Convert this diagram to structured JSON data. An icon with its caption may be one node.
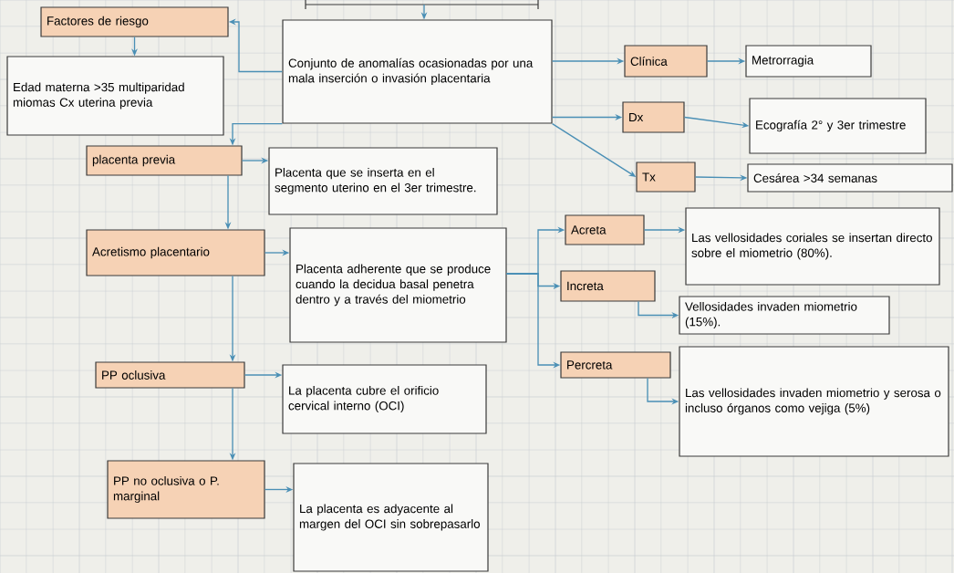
{
  "diagram": {
    "nodes": [
      {
        "text": [
          "Factores de riesgo"
        ]
      },
      {
        "text": [
          "Edad materna >35 multiparidad miomas Cx uterina previa"
        ]
      },
      {
        "text": [
          "Conjunto de anomalías ocasionadas por una mala inserción o invasión placentaria"
        ]
      },
      {
        "text": [
          "Clínica"
        ]
      },
      {
        "text": [
          "Metrorragia"
        ]
      },
      {
        "text": [
          "Dx"
        ]
      },
      {
        "text": [
          "Ecografía 2° y 3er trimestre"
        ]
      },
      {
        "text": [
          "Tx"
        ]
      },
      {
        "text": [
          "Cesárea >34 semanas"
        ]
      },
      {
        "text": [
          "placenta previa"
        ]
      },
      {
        "text": [
          "Placenta que se inserta en el segmento uterino en el 3er trimestre."
        ]
      },
      {
        "text": [
          "Acretismo placentario"
        ]
      },
      {
        "text": [
          "Placenta adherente que se produce cuando la decidua basal penetra dentro y a través del miometrio"
        ]
      },
      {
        "text": [
          "Acreta"
        ]
      },
      {
        "text": [
          "Las vellosidades coriales se insertan directo sobre el miometrio (80%)."
        ]
      },
      {
        "text": [
          "Increta"
        ]
      },
      {
        "text": [
          "Vellosidades invaden miometrio (15%)."
        ]
      },
      {
        "text": [
          "Percreta"
        ]
      },
      {
        "text": [
          "Las vellosidades invaden miometrio y serosa o incluso órganos como vejiga (5%)"
        ]
      },
      {
        "text": [
          "PP oclusiva"
        ]
      },
      {
        "text": [
          "La placenta cubre el orificio cervical interno (OCI)"
        ]
      },
      {
        "text": [
          "PP no oclusiva o P. marginal"
        ]
      },
      {
        "text": [
          "La placenta es adyacente al margen del OCI sin sobrepasarlo"
        ]
      }
    ],
    "edges": [
      {
        "from": null,
        "to": 2,
        "arrow": "to"
      },
      {
        "from": 0,
        "to": 1,
        "arrow": "to"
      },
      {
        "from": 2,
        "to": 0,
        "arrow": "to"
      },
      {
        "from": 2,
        "to": 3,
        "arrow": "to"
      },
      {
        "from": 2,
        "to": 5,
        "arrow": "to"
      },
      {
        "from": 2,
        "to": 7,
        "arrow": "to"
      },
      {
        "from": 3,
        "to": 4,
        "arrow": "to"
      },
      {
        "from": 5,
        "to": 6,
        "arrow": "to"
      },
      {
        "from": 7,
        "to": 8,
        "arrow": "to"
      },
      {
        "from": 2,
        "to": 9,
        "arrow": "to"
      },
      {
        "from": 9,
        "to": 10,
        "arrow": "to"
      },
      {
        "from": 9,
        "to": 11,
        "arrow": "to"
      },
      {
        "from": 11,
        "to": 12,
        "arrow": "to"
      },
      {
        "from": 11,
        "to": 19,
        "arrow": "to"
      },
      {
        "from": 19,
        "to": 20,
        "arrow": "to"
      },
      {
        "from": 19,
        "to": 21,
        "arrow": "to"
      },
      {
        "from": 21,
        "to": 22,
        "arrow": "to"
      },
      {
        "from": 12,
        "to": 13,
        "arrow": "to"
      },
      {
        "from": 12,
        "to": 15,
        "arrow": "to"
      },
      {
        "from": 12,
        "to": 17,
        "arrow": "to"
      },
      {
        "from": 13,
        "to": 14,
        "arrow": "to"
      },
      {
        "from": 15,
        "to": 16,
        "arrow": "to"
      },
      {
        "from": 17,
        "to": 18,
        "arrow": "to"
      }
    ]
  }
}
